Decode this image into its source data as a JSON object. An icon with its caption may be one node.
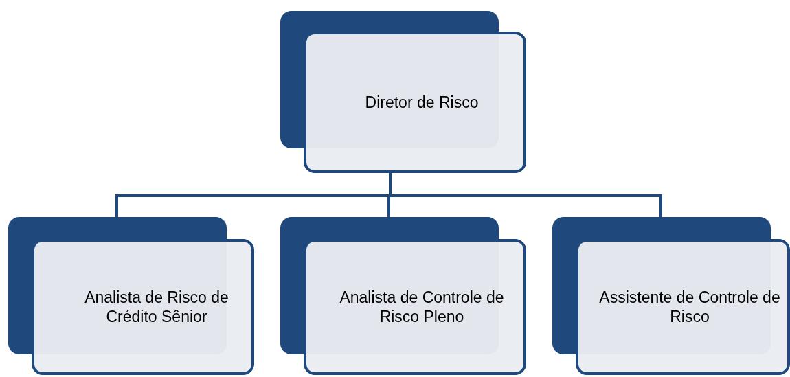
{
  "diagram": {
    "nodes": [
      {
        "text": [
          "Diretor de Risco"
        ]
      },
      {
        "text": [
          "Analista de Risco de Crédito Sênior"
        ]
      },
      {
        "text": [
          "Analista de Controle de Risco Pleno"
        ]
      },
      {
        "text": [
          "Assistente de Controle de Risco"
        ]
      }
    ],
    "edges": [
      {
        "from": 0,
        "to": 1,
        "arrow": "none"
      },
      {
        "from": 0,
        "to": 2,
        "arrow": "none"
      },
      {
        "from": 0,
        "to": 3,
        "arrow": "none"
      }
    ]
  }
}
